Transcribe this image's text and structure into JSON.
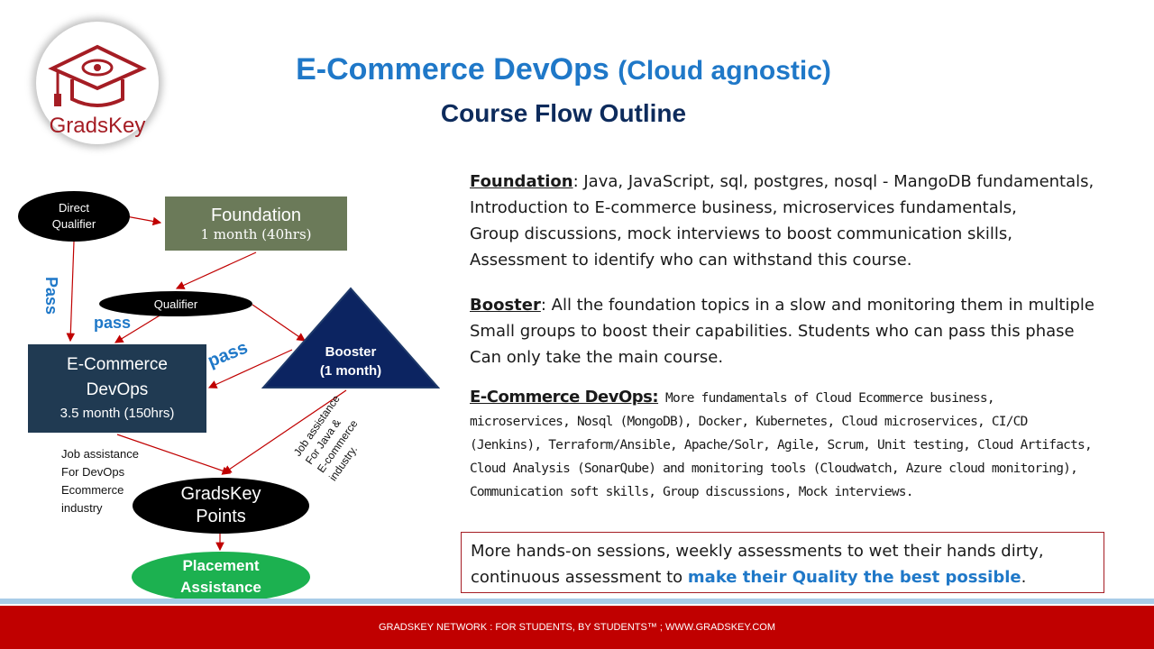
{
  "logo": {
    "text": "GradsKey"
  },
  "title": {
    "main": "E-Commerce DevOps",
    "paren": "(Cloud agnostic)",
    "subtitle": "Course Flow Outline"
  },
  "flow": {
    "direct": {
      "line1": "Direct",
      "line2": "Qualifier"
    },
    "foundation": {
      "title": "Foundation",
      "duration": "1 month (40hrs)"
    },
    "qualifier": "Qualifier",
    "booster": {
      "title": "Booster",
      "duration": "(1 month)"
    },
    "ecom": {
      "line1": "E-Commerce",
      "line2": "DevOps",
      "duration": "3.5 month (150hrs)"
    },
    "points": {
      "line1": "GradsKey",
      "line2": "Points"
    },
    "placement": {
      "line1": "Placement",
      "line2": "Assistance"
    },
    "pass_vertical": "Pass",
    "pass_1": "pass",
    "pass_2": "pass",
    "job_devops": [
      "Job assistance",
      "For DevOps",
      "Ecommerce",
      "industry"
    ],
    "job_java": [
      "Job assistance",
      "For Java &",
      "E-commerce",
      "industry."
    ]
  },
  "details": {
    "foundation": {
      "label": "Foundation",
      "lines": [
        ": Java, JavaScript, sql, postgres, nosql - MangoDB fundamentals,",
        "Introduction to E-commerce business, microservices fundamentals,",
        "Group discussions, mock interviews to boost communication skills,",
        "Assessment to identify who can withstand this course."
      ]
    },
    "booster": {
      "label": "Booster",
      "lines": [
        ": All the foundation topics in a slow and monitoring them in multiple",
        "Small groups to boost their capabilities. Students who can pass this phase",
        "Can only take the main course."
      ]
    },
    "ecom": {
      "label": "E-Commerce DevOps:",
      "lines": [
        " More fundamentals of Cloud Ecommerce business,",
        "microservices, Nosql (MongoDB), Docker, Kubernetes, Cloud microservices, CI/CD",
        "(Jenkins), Terraform/Ansible, Apache/Solr, Agile, Scrum, Unit testing, Cloud Artifacts,",
        "Cloud Analysis (SonarQube) and monitoring tools (Cloudwatch, Azure cloud monitoring),",
        "Communication soft skills, Group discussions, Mock interviews."
      ]
    },
    "note": {
      "line1": "More hands-on sessions, weekly assessments to wet their hands dirty,",
      "line2_plain": "continuous assessment to ",
      "line2_bold": "make their Quality the best possible",
      "line2_end": "."
    }
  },
  "footer": {
    "text": "GRADSKEY NETWORK : FOR STUDENTS, BY STUDENTS™ ;  WWW.GRADSKEY.COM"
  },
  "colors": {
    "accent": "#1f78c8",
    "footer": "#c00000",
    "foundation_box": "#6b7a59",
    "ecom_box": "#203a52",
    "booster": "#0c2461",
    "placement": "#1cb150",
    "arrow": "#c00000"
  }
}
